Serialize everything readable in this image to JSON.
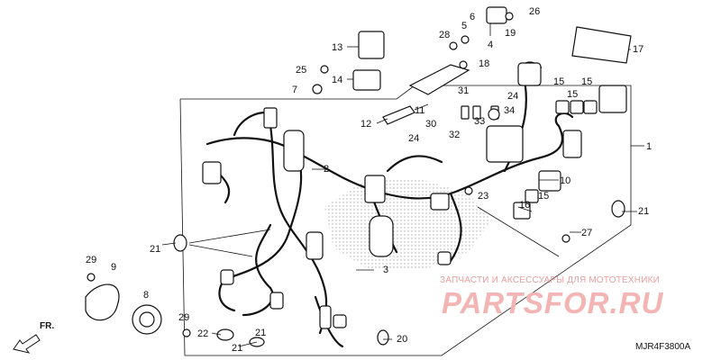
{
  "diagram": {
    "callouts": [
      "1",
      "2",
      "3",
      "4",
      "5",
      "6",
      "7",
      "8",
      "9",
      "10",
      "11",
      "12",
      "13",
      "14",
      "15",
      "15",
      "15",
      "15",
      "16",
      "17",
      "18",
      "19",
      "20",
      "21",
      "21",
      "21",
      "21",
      "22",
      "23",
      "24",
      "24",
      "25",
      "26",
      "27",
      "28",
      "29",
      "29",
      "30",
      "31",
      "32",
      "33",
      "34"
    ],
    "front_label": "FR.",
    "diagram_code": "MJR4F3800A"
  },
  "watermark": {
    "tagline": "ЗАПЧАСТИ И АКСЕССУАРЫ ДЛЯ МОТОТЕХНИКИ",
    "brand": "PARTSFOR.RU"
  },
  "colors": {
    "line": "#111111",
    "watermark": "#f3b4b4",
    "dots": "#9a9a9a"
  }
}
